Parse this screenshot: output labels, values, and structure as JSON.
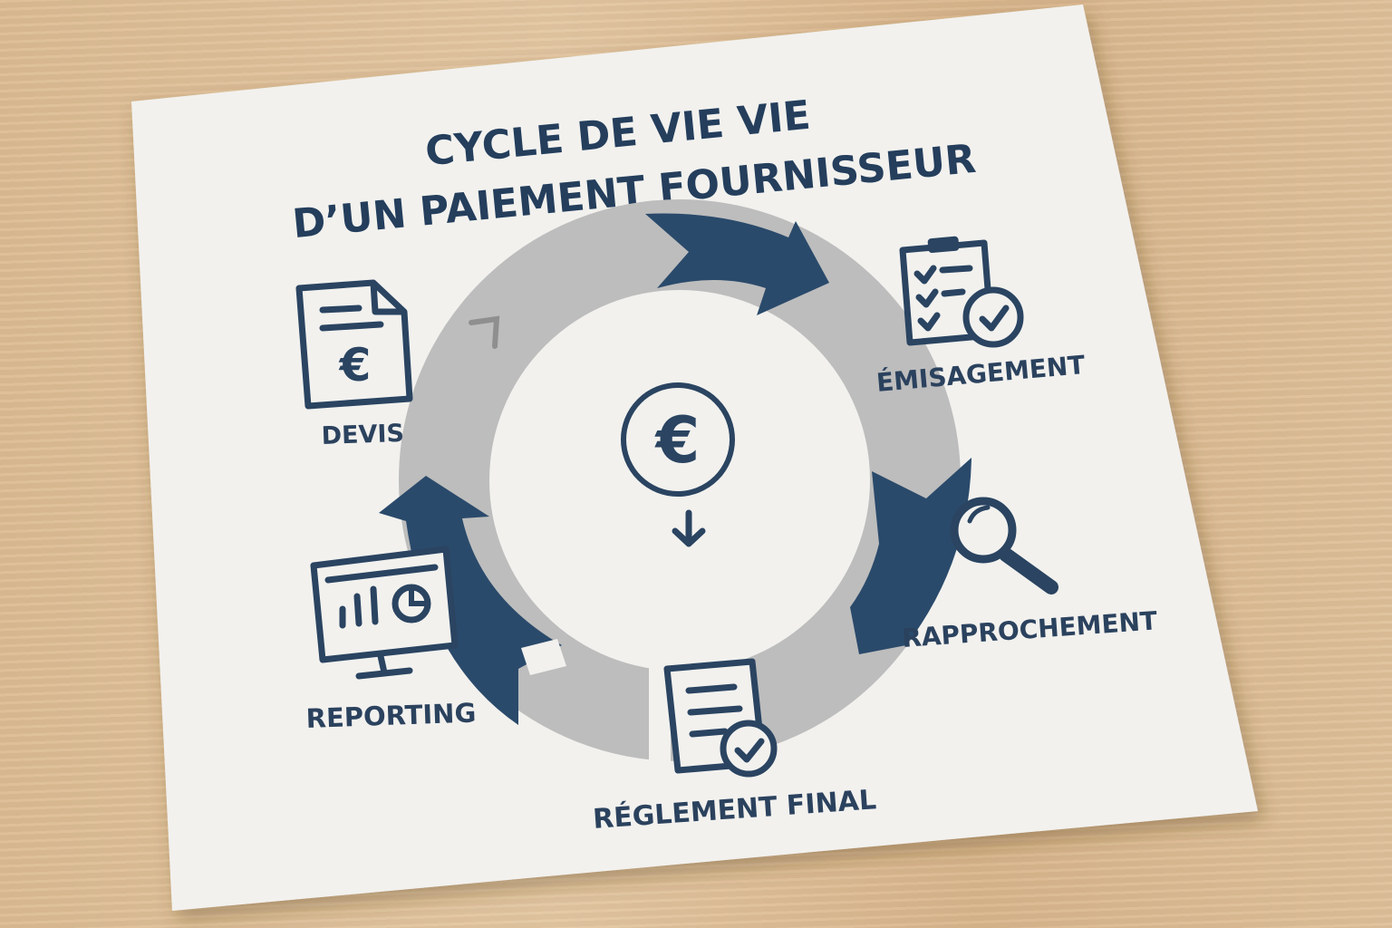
{
  "diagram": {
    "title_line1": "CYCLE DE VIE VIE",
    "title_line2": "D’UN PAIEMENT FOURNISSEUR",
    "center_symbol": "€",
    "center_icon": "euro-coin-icon",
    "steps": [
      {
        "label": "DEVIS",
        "icon": "invoice-euro-icon"
      },
      {
        "label": "ÉMISAGEMENT",
        "icon": "checklist-clipboard-icon"
      },
      {
        "label": "RAPPROCHEMENT",
        "icon": "magnifier-icon"
      },
      {
        "label": "RÉGLEMENT FINAL",
        "icon": "approved-document-icon"
      },
      {
        "label": "REPORTING",
        "icon": "monitor-chart-icon"
      }
    ],
    "colors": {
      "navy": "#2a4a6b",
      "gray_ring": "#bfbfbf",
      "paper": "#f2f1ee",
      "text": "#243e5c"
    }
  }
}
